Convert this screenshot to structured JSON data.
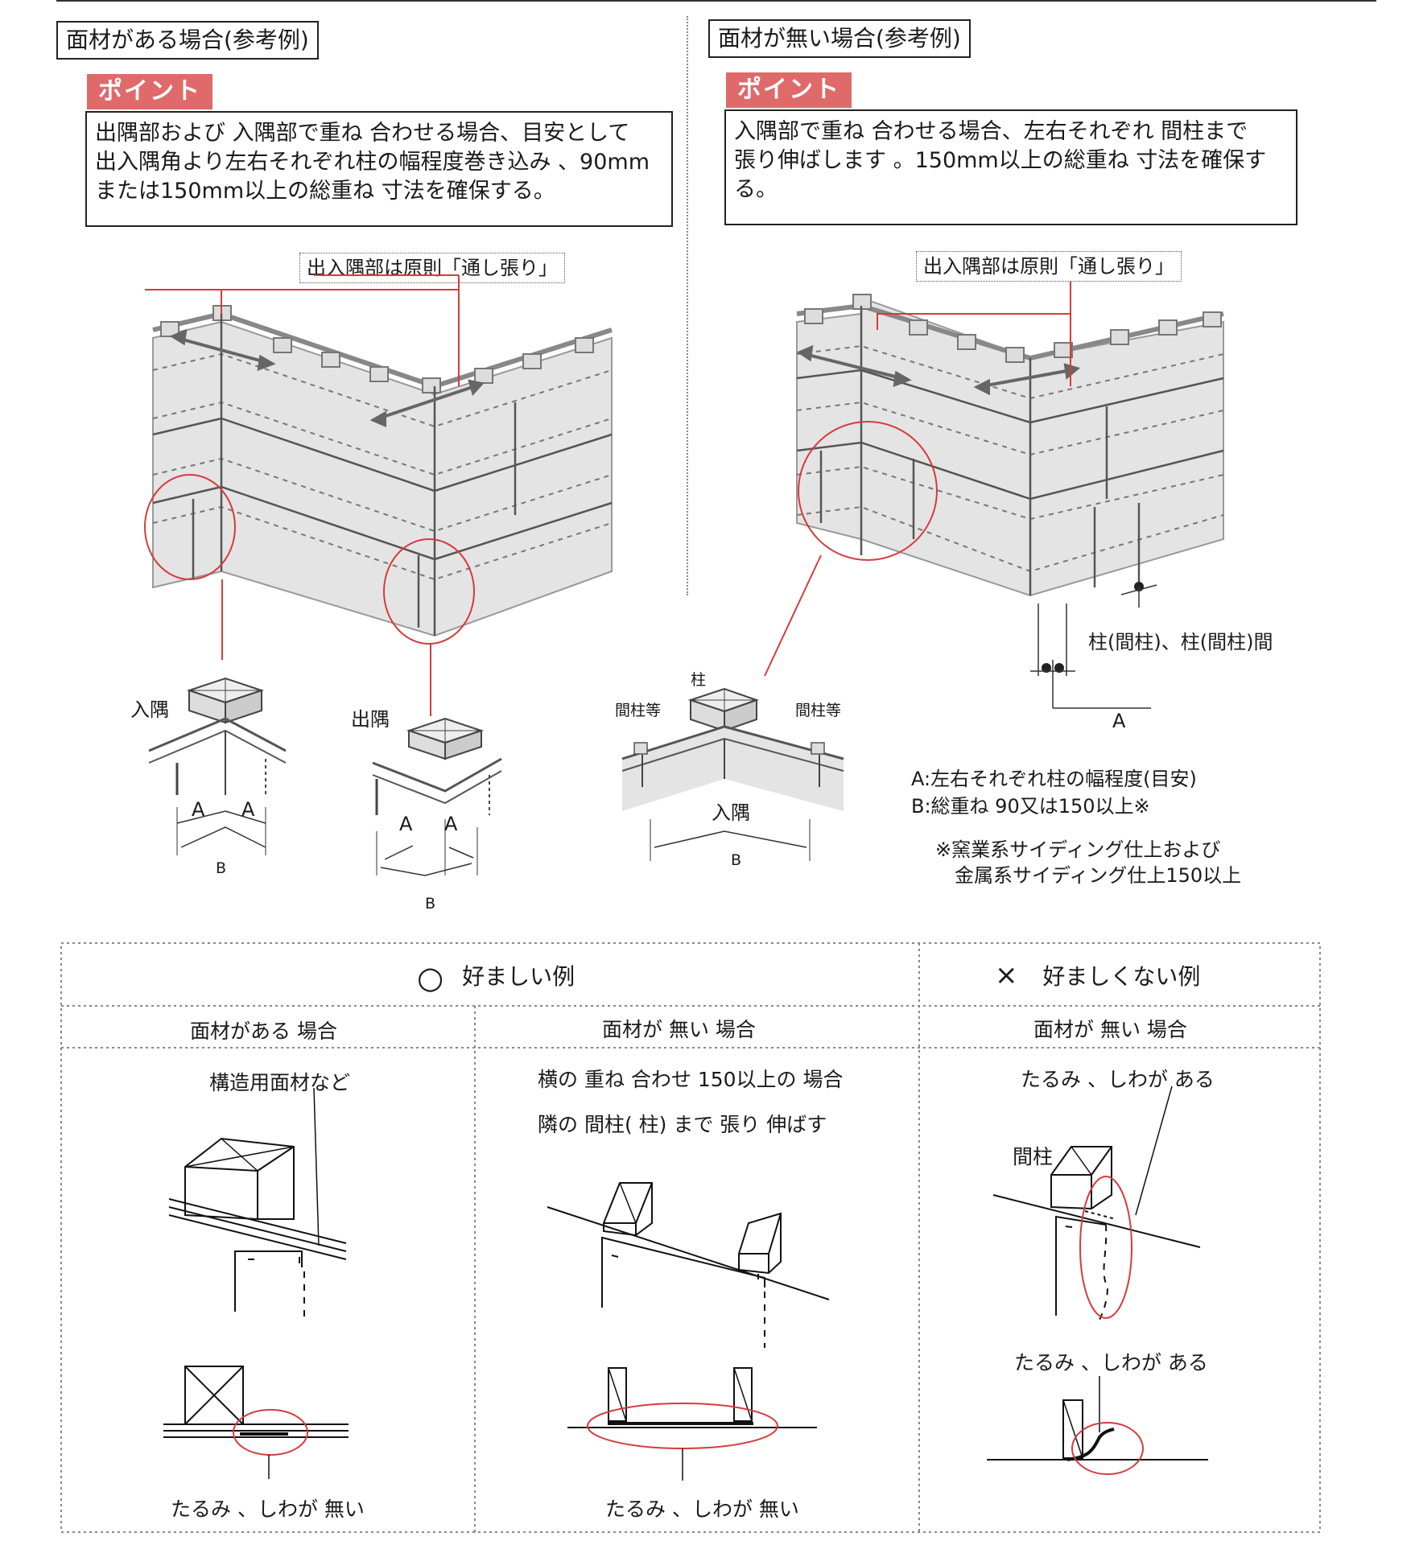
{
  "left": {
    "title": "面材がある場合(参考例)",
    "point_tag": "ポイント",
    "point_lines": [
      "出隅部および 入隅部で重ね 合わせる場合、目安として",
      "出入隅角より左右それぞれ柱の幅程度巻き込み 、90mm",
      "または150mm以上の総重ね 寸法を確保する。"
    ],
    "callout": "出入隅部は原則「通し張り」",
    "detail_irisumi": "入隅",
    "detail_desumi": "出隅",
    "label_a": "A",
    "label_b": "B"
  },
  "right": {
    "title": "面材が無い場合(参考例)",
    "point_tag": "ポイント",
    "point_lines": [
      "入隅部で重ね 合わせる場合、左右それぞれ 間柱まで",
      "張り伸ばします 。150mm以上の総重ね 寸法を確保す",
      "る。"
    ],
    "callout": "出入隅部は原則「通し張り」",
    "pillar_label": "柱(間柱)、柱(間柱)間",
    "label_a": "A",
    "detail_hashira": "柱",
    "detail_mabashira_left": "間柱等",
    "detail_mabashira_right": "間柱等",
    "detail_irisumi": "入隅",
    "label_b": "B",
    "legend_a": "A:左右それぞれ柱の幅程度(目安)",
    "legend_b": "B:総重ね 90又は150以上※",
    "note_line1": "※窯業系サイディング仕上および",
    "note_line2": "金属系サイディング仕上150以上"
  },
  "table": {
    "good_mark": "○",
    "good_header": "好ましい例",
    "bad_mark": "×",
    "bad_header": "好ましくない例",
    "col1_header": "面材がある 場合",
    "col2_header": "面材が 無い 場合",
    "col3_header": "面材が 無い 場合",
    "col1_top_label": "構造用面材など",
    "col1_bottom_label": "たるみ 、しわが 無い",
    "col2_top_line1": "横の 重ね 合わせ 150以上の 場合",
    "col2_top_line2": "隣の 間柱( 柱) まで 張り 伸ばす",
    "col2_bottom_label": "たるみ 、しわが 無い",
    "col3_top_label": "たるみ 、しわが ある",
    "col3_mabashira": "間柱",
    "col3_mid_label": "たるみ 、しわが ある"
  },
  "colors": {
    "accent_red": "#e06a6a",
    "circle_red": "#d63b3b",
    "wall_gray": "#e4e4e4"
  }
}
